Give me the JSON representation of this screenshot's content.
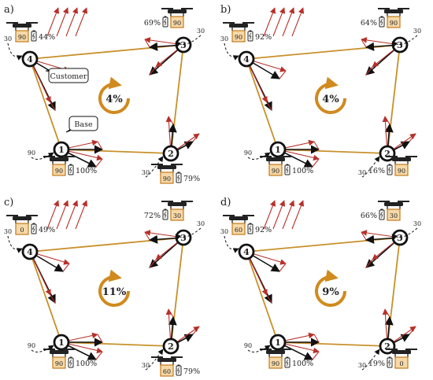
{
  "panels": [
    {
      "id": "a",
      "label": "a)",
      "rotation_pct": "4%",
      "callouts": [
        "Customer",
        "Base"
      ],
      "drones": [
        {
          "node": "4",
          "load": "90",
          "battery": "44%",
          "dash": "30"
        },
        {
          "node": "3",
          "load": "90",
          "battery": "69%",
          "dash": "30"
        },
        {
          "node": "1",
          "load": "90",
          "battery": "100%",
          "dash": "90"
        },
        {
          "node": "2",
          "load": "90",
          "battery": "79%",
          "dash": "30"
        }
      ]
    },
    {
      "id": "b",
      "label": "b)",
      "rotation_pct": "4%",
      "callouts": [],
      "drones": [
        {
          "node": "4",
          "load": "90",
          "battery": "92%",
          "dash": "30"
        },
        {
          "node": "3",
          "load": "90",
          "battery": "64%",
          "dash": "30"
        },
        {
          "node": "1",
          "load": "90",
          "battery": "100%",
          "dash": "90"
        },
        {
          "node": "2",
          "load": "90",
          "battery": "16%",
          "dash": "30"
        }
      ]
    },
    {
      "id": "c",
      "label": "c)",
      "rotation_pct": "11%",
      "callouts": [],
      "drones": [
        {
          "node": "4",
          "load": "0",
          "battery": "49%",
          "dash": "30"
        },
        {
          "node": "3",
          "load": "30",
          "battery": "72%",
          "dash": "30"
        },
        {
          "node": "1",
          "load": "90",
          "battery": "100%",
          "dash": "90"
        },
        {
          "node": "2",
          "load": "60",
          "battery": "79%",
          "dash": "30"
        }
      ]
    },
    {
      "id": "d",
      "label": "d)",
      "rotation_pct": "9%",
      "callouts": [],
      "drones": [
        {
          "node": "4",
          "load": "60",
          "battery": "92%",
          "dash": "30"
        },
        {
          "node": "3",
          "load": "30",
          "battery": "66%",
          "dash": "30"
        },
        {
          "node": "1",
          "load": "90",
          "battery": "100%",
          "dash": "90"
        },
        {
          "node": "2",
          "load": "0",
          "battery": "19%",
          "dash": "30"
        }
      ]
    }
  ],
  "colors": {
    "route": "#c8902a",
    "wind": "#b8302a",
    "rotation": "#d08a1e",
    "box_fill": "#f6d9a8",
    "box_stroke": "#c47a1a"
  }
}
